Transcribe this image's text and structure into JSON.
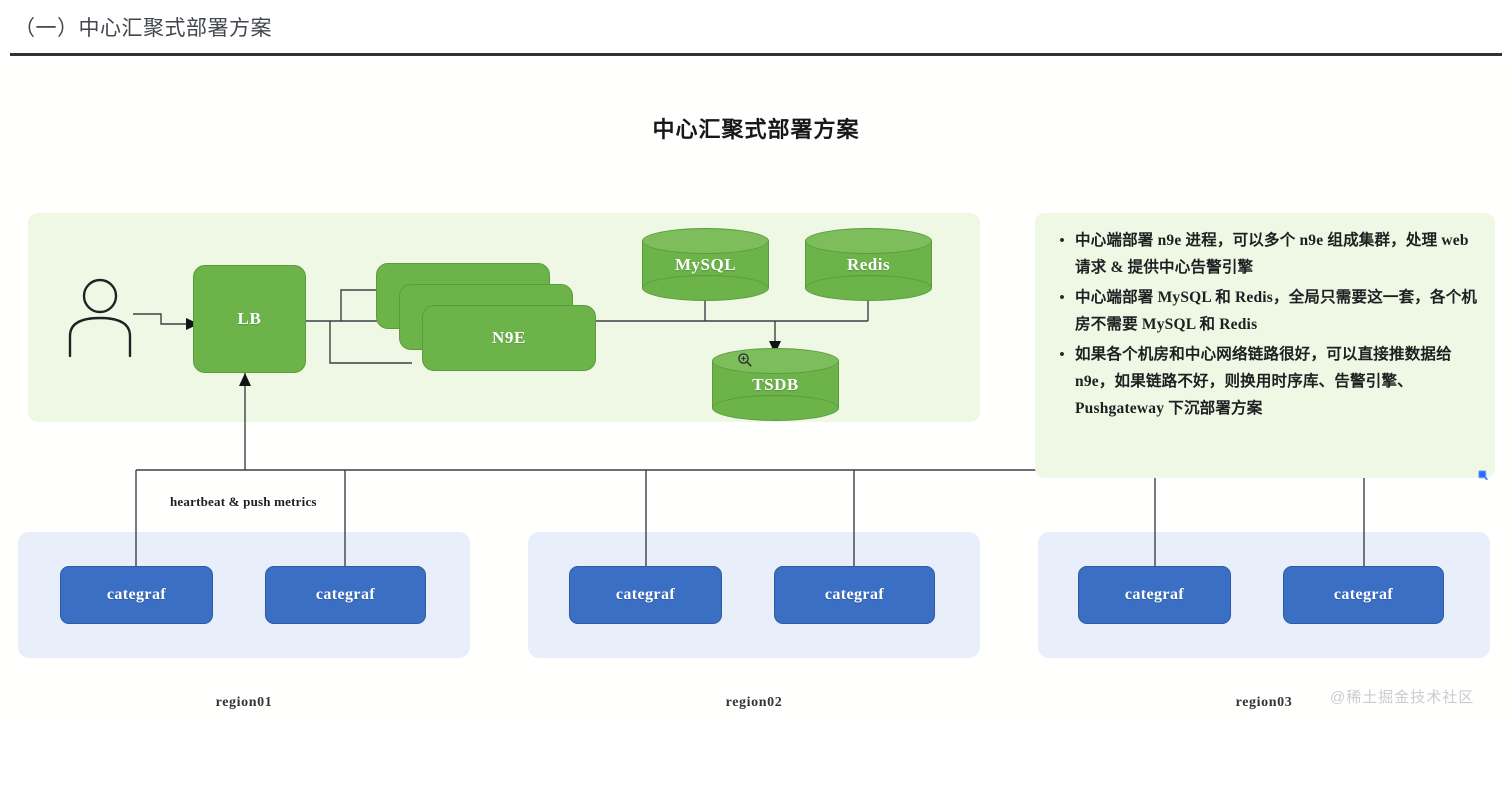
{
  "document": {
    "heading": "（一）中心汇聚式部署方案"
  },
  "diagram": {
    "title": "中心汇聚式部署方案",
    "type": "architecture-diagram",
    "actor": {
      "icon": "user-icon",
      "label": ""
    },
    "center_nodes": [
      {
        "id": "lb",
        "label": "LB",
        "shape": "rounded-rect"
      },
      {
        "id": "n9e",
        "label": "N9E",
        "shape": "stacked-rounded-rect",
        "stack_count": 3
      },
      {
        "id": "mysql",
        "label": "MySQL",
        "shape": "cylinder"
      },
      {
        "id": "redis",
        "label": "Redis",
        "shape": "cylinder"
      },
      {
        "id": "tsdb",
        "label": "TSDB",
        "shape": "cylinder"
      }
    ],
    "edge_labels": [
      {
        "id": "heartbeat",
        "text": "heartbeat & push metrics"
      }
    ],
    "regions": [
      {
        "id": "region01",
        "label": "region01",
        "agents": [
          {
            "label": "categraf"
          },
          {
            "label": "categraf"
          }
        ]
      },
      {
        "id": "region02",
        "label": "region02",
        "agents": [
          {
            "label": "categraf"
          },
          {
            "label": "categraf"
          }
        ]
      },
      {
        "id": "region03",
        "label": "region03",
        "agents": [
          {
            "label": "categraf"
          },
          {
            "label": "categraf"
          }
        ]
      }
    ],
    "notes": [
      {
        "bullet": "•",
        "text": "中心端部署 n9e 进程，可以多个 n9e 组成集群，处理 web 请求 & 提供中心告警引擎"
      },
      {
        "bullet": "•",
        "text": "中心端部署 MySQL 和 Redis，全局只需要这一套，各个机房不需要 MySQL 和 Redis"
      },
      {
        "bullet": "•",
        "text": "如果各个机房和中心网络链路很好，可以直接推数据给 n9e，如果链路不好，则换用时序库、告警引擎、Pushgateway 下沉部署方案"
      }
    ]
  },
  "watermark": "@稀土掘金技术社区",
  "colors": {
    "node_green": "#6cb34a",
    "panel_green": "#eef8e4",
    "agent_blue": "#3a6fc4",
    "region_blue": "#e8effb",
    "line": "#3d4145"
  }
}
